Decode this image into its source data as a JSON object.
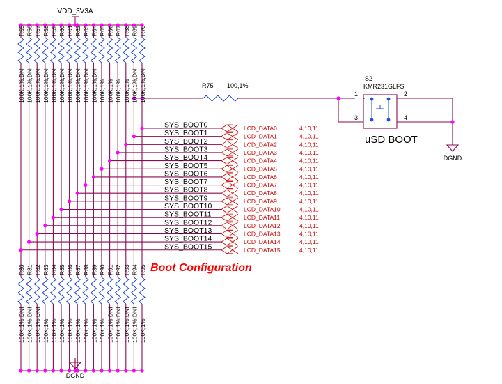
{
  "power_label": "VDD_3V3A",
  "ground_label": "DGND",
  "colors": {
    "wire": "#8b0a50",
    "junction": "#ff00ff",
    "resistor": "#1f3fd6",
    "switch_pin": "#1f4fd8",
    "net_label": "#cc0000",
    "boot_title": "#ff0000",
    "text": "#000000"
  },
  "upper_resistors": {
    "refs": [
      "R55",
      "R56",
      "R57",
      "R58",
      "R59",
      "R60",
      "R61",
      "R62",
      "R63",
      "R64",
      "R65",
      "R66",
      "R67",
      "R68",
      "R69",
      "R70"
    ],
    "values": [
      "100K,1%,DNI",
      "100K,1%,DNI",
      "100K,1%,DNI",
      "100K,1%,DNI",
      "100K,1%,DNI",
      "100K,1%,DNI",
      "100K,1%,DNI",
      "100K,1%,DNI",
      "100K,1%,DNI",
      "100K,1%,DNI",
      "100K,1%",
      "100K,1%",
      "100K,1%",
      "100K,1%",
      "100K,1%,DNI",
      "100K,1%,DNI"
    ]
  },
  "lower_resistors": {
    "refs": [
      "R80",
      "R81",
      "R82",
      "R83",
      "R84",
      "R85",
      "R86",
      "R87",
      "R88",
      "R89",
      "R90",
      "R91",
      "R92",
      "R93",
      "R94",
      "R95"
    ],
    "values": [
      "100K,1%,DNI",
      "100K,1%,DNI",
      "100K,1%,DNI",
      "100K,1%",
      "100K,1%",
      "100K,1%",
      "100K,1%",
      "100K,1%",
      "100K,1%",
      "100K,1%",
      "100K,1%",
      "100K,1%,DNI",
      "100K,1%,DNI",
      "100K,1%,DNI",
      "100K,1%,DNI",
      "100K,1%"
    ]
  },
  "signals": [
    {
      "boot": "SYS_BOOT0",
      "lcd": "LCD_DATA0",
      "pages": "4,10,11"
    },
    {
      "boot": "SYS_BOOT1",
      "lcd": "LCD_DATA1",
      "pages": "4,10,11"
    },
    {
      "boot": "SYS_BOOT2",
      "lcd": "LCD_DATA2",
      "pages": "4,10,11"
    },
    {
      "boot": "SYS_BOOT3",
      "lcd": "LCD_DATA3",
      "pages": "4,10,11"
    },
    {
      "boot": "SYS_BOOT4",
      "lcd": "LCD_DATA4",
      "pages": "4,10,11"
    },
    {
      "boot": "SYS_BOOT5",
      "lcd": "LCD_DATA5",
      "pages": "4,10,11"
    },
    {
      "boot": "SYS_BOOT6",
      "lcd": "LCD_DATA6",
      "pages": "4,10,11"
    },
    {
      "boot": "SYS_BOOT7",
      "lcd": "LCD_DATA7",
      "pages": "4,10,11"
    },
    {
      "boot": "SYS_BOOT8",
      "lcd": "LCD_DATA8",
      "pages": "4,10,11"
    },
    {
      "boot": "SYS_BOOT9",
      "lcd": "LCD_DATA9",
      "pages": "4,10,11"
    },
    {
      "boot": "SYS_BOOT10",
      "lcd": "LCD_DATA10",
      "pages": "4,10,11"
    },
    {
      "boot": "SYS_BOOT11",
      "lcd": "LCD_DATA11",
      "pages": "4,10,11"
    },
    {
      "boot": "SYS_BOOT12",
      "lcd": "LCD_DATA12",
      "pages": "4,10,11"
    },
    {
      "boot": "SYS_BOOT13",
      "lcd": "LCD_DATA13",
      "pages": "4,10,11"
    },
    {
      "boot": "SYS_BOOT14",
      "lcd": "LCD_DATA14",
      "pages": "4,10,11"
    },
    {
      "boot": "SYS_BOOT15",
      "lcd": "LCD_DATA15",
      "pages": "4,10,11"
    }
  ],
  "series_resistor": {
    "ref": "R75",
    "value": "100,1%"
  },
  "switch": {
    "ref": "S2",
    "part": "KMR231GLFS",
    "caption": "uSD BOOT",
    "pins": [
      "1",
      "2",
      "3",
      "4"
    ]
  },
  "boot_title": "Boot Configuration"
}
